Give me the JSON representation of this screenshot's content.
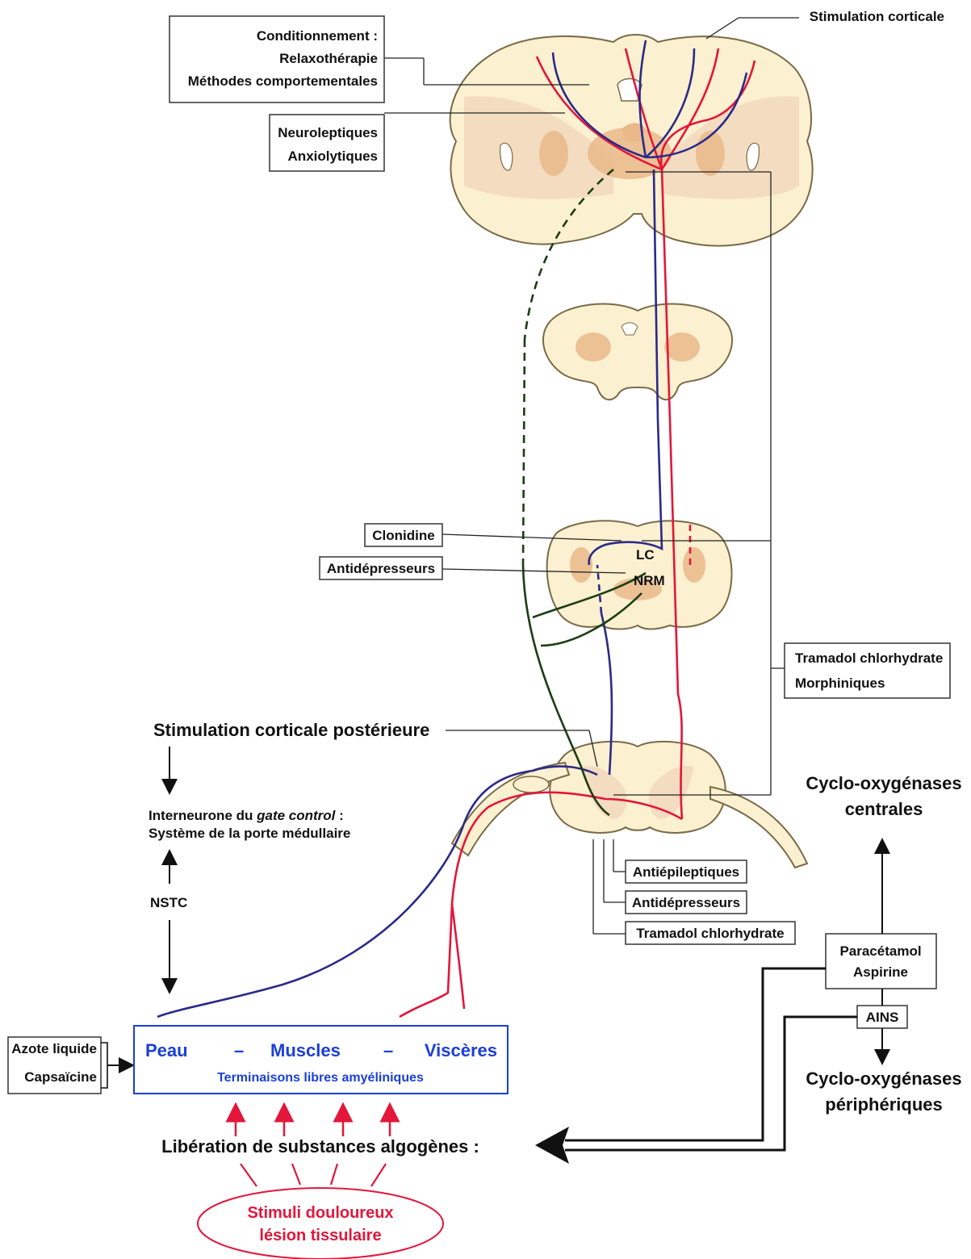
{
  "labels": {
    "conditionnement": "Conditionnement :",
    "relaxotherapie": "Relaxothérapie",
    "methodes": "Méthodes comportementales",
    "neuroleptiques": "Neuroleptiques",
    "anxiolytiques": "Anxiolytiques",
    "stim_corticale": "Stimulation corticale",
    "clonidine": "Clonidine",
    "antidepresseurs_top": "Antidépresseurs",
    "lc": "LC",
    "nrm": "NRM",
    "tramadol_box": "Tramadol chlorhydrate",
    "morphiniques": "Morphiniques",
    "stim_posterieure": "Stimulation corticale postérieure",
    "interneurone_a": "Interneurone du ",
    "interneurone_b": "gate control",
    "interneurone_c": " :",
    "systeme_porte": "Système de la porte médullaire",
    "nstc": "NSTC",
    "cox_centrales_1": "Cyclo-oxygénases",
    "cox_centrales_2": "centrales",
    "antiepileptiques": "Antiépileptiques",
    "antidepresseurs_bottom": "Antidépresseurs",
    "tramadol_bottom": "Tramadol chlorhydrate",
    "paracetamol": "Paracétamol",
    "aspirine": "Aspirine",
    "ains": "AINS",
    "cox_periph_1": "Cyclo-oxygénases",
    "cox_periph_2": "périphériques",
    "azote": "Azote liquide",
    "capsaicine": "Capsaïcine",
    "peau": "Peau",
    "dash1": "–",
    "muscles": "Muscles",
    "dash2": "–",
    "visceres": "Viscères",
    "terminaisons": "Terminaisons libres amyéliniques",
    "liberation": "Libération de substances algogènes :",
    "stimuli_1": "Stimuli douloureux",
    "stimuli_2": "lésion tissulaire"
  },
  "colors": {
    "ascending": "#e2173b",
    "descending": "#2a2a8a",
    "inhibitory": "#1b3d12",
    "tissue": "#fbf0cf",
    "nuclei": "#e9b98a",
    "tissue_label": "#1a3fd8",
    "stimuli_text": "#e2173b"
  }
}
